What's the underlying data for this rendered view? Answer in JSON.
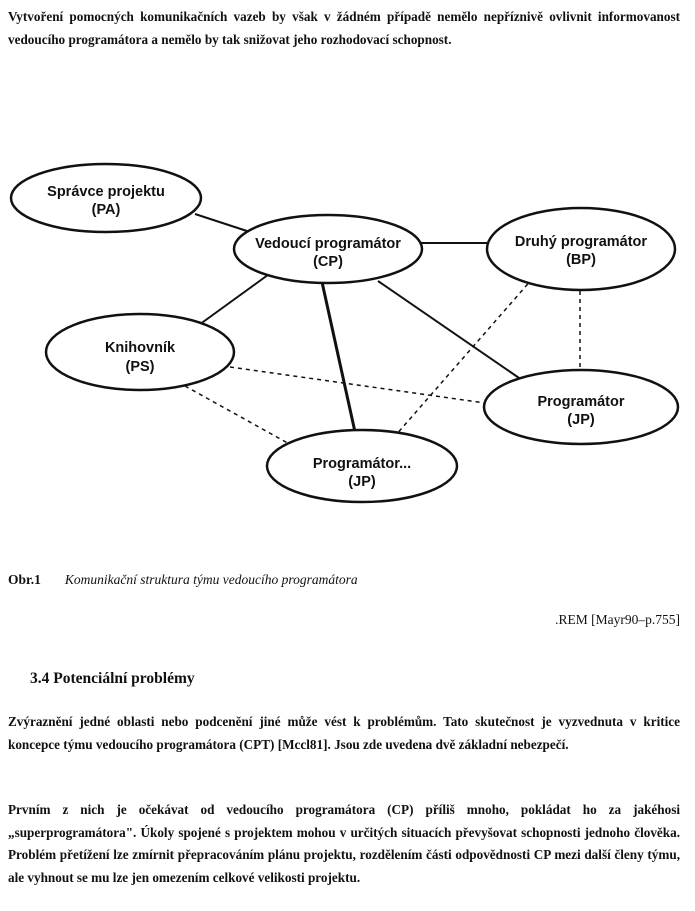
{
  "intro": "Vytvoření pomocných komunikačních vazeb by však v žádném případě nemělo nepříznivě ovlivnit informovanost vedoucího programátora a nemělo by tak snižovat jeho rozhodovací schopnost.",
  "diagram": {
    "nodes": {
      "pa": {
        "line1": "Správce projektu",
        "line2": "(PA)"
      },
      "cp": {
        "line1": "Vedoucí programátor",
        "line2": "(CP)"
      },
      "bp": {
        "line1": "Druhý programátor",
        "line2": "(BP)"
      },
      "ps": {
        "line1": "Knihovník",
        "line2": "(PS)"
      },
      "jp1": {
        "line1": "Programátor",
        "line2": "(JP)"
      },
      "jp2": {
        "line1": "Programátor...",
        "line2": "(JP)"
      }
    }
  },
  "caption": {
    "number": "Obr.1",
    "text": "Komunikační struktura týmu vedoucího programátora"
  },
  "reference": ".REM [Mayr90–p.755]",
  "section": {
    "heading": "3.4 Potenciální problémy",
    "paragraph1": "Zvýraznění jedné oblasti nebo podcenění jiné může vést k problémům. Tato skutečnost je vyzvednuta v kritice koncepce týmu vedoucího programátora (CPT) [Mccl81]. Jsou zde uvedena dvě základní nebezpečí.",
    "paragraph2": "Prvním z nich je očekávat od vedoucího programátora (CP) příliš mnoho, pokládat ho za jakéhosi „superprogramátora\". Úkoly spojené s projektem mohou v určitých situacích převyšovat schopnosti jednoho člověka. Problém přetížení lze zmírnit přepracováním plánu projektu, rozdělením části odpovědnosti CP mezi další členy týmu, ale vyhnout se mu lze jen omezením celkové velikosti projektu."
  }
}
